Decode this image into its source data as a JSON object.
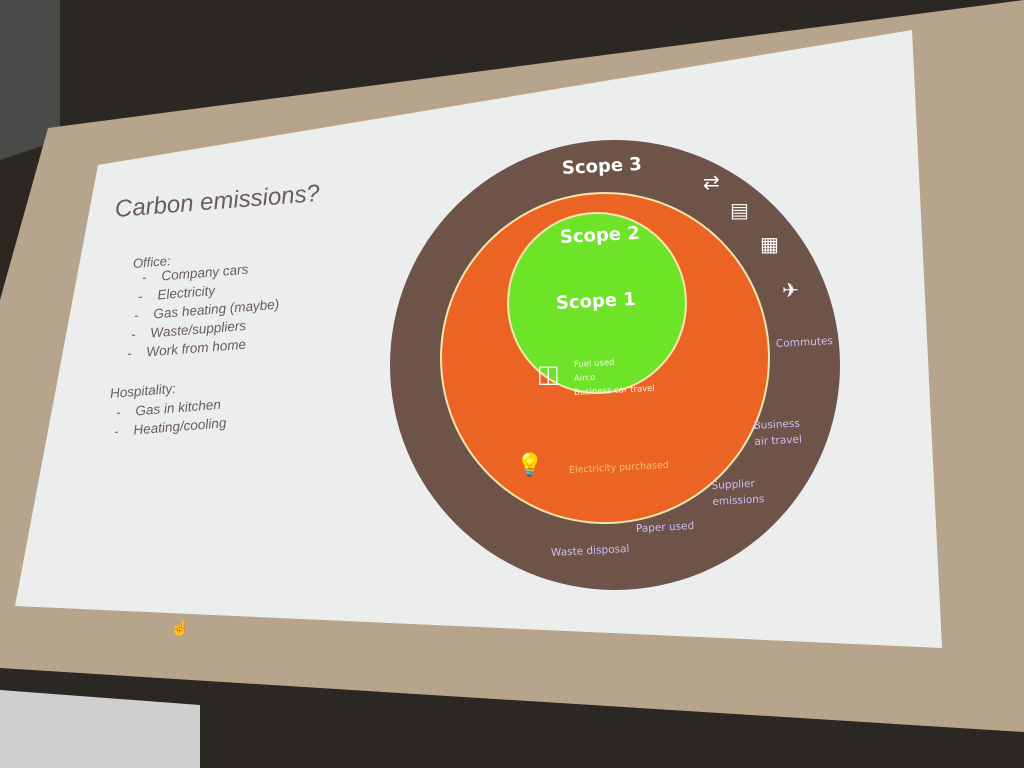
{
  "slide": {
    "title": "Carbon emissions?",
    "office": {
      "heading": "Office:",
      "items": [
        "Company cars",
        "Electricity",
        "Gas heating (maybe)",
        "Waste/suppliers",
        "Work from home"
      ]
    },
    "hospitality": {
      "heading": "Hospitality:",
      "items": [
        "Gas in kitchen",
        "Heating/cooling"
      ]
    },
    "diagram": {
      "scope3": {
        "label": "Scope 3",
        "items": [
          "Commutes",
          "Business air travel",
          "Supplier emissions",
          "Paper used",
          "Waste disposal"
        ]
      },
      "scope2": {
        "label": "Scope 2",
        "items": [
          "Electricity purchased"
        ]
      },
      "scope1": {
        "label": "Scope 1",
        "items": [
          "Fuel used",
          "Airco",
          "Business car travel"
        ]
      }
    },
    "bullet": "-"
  },
  "colors": {
    "scope3": "#6e5348",
    "scope2": "#ec6424",
    "scope1": "#6ee428",
    "slide": "#eceeee",
    "frame": "#b4a48c"
  }
}
